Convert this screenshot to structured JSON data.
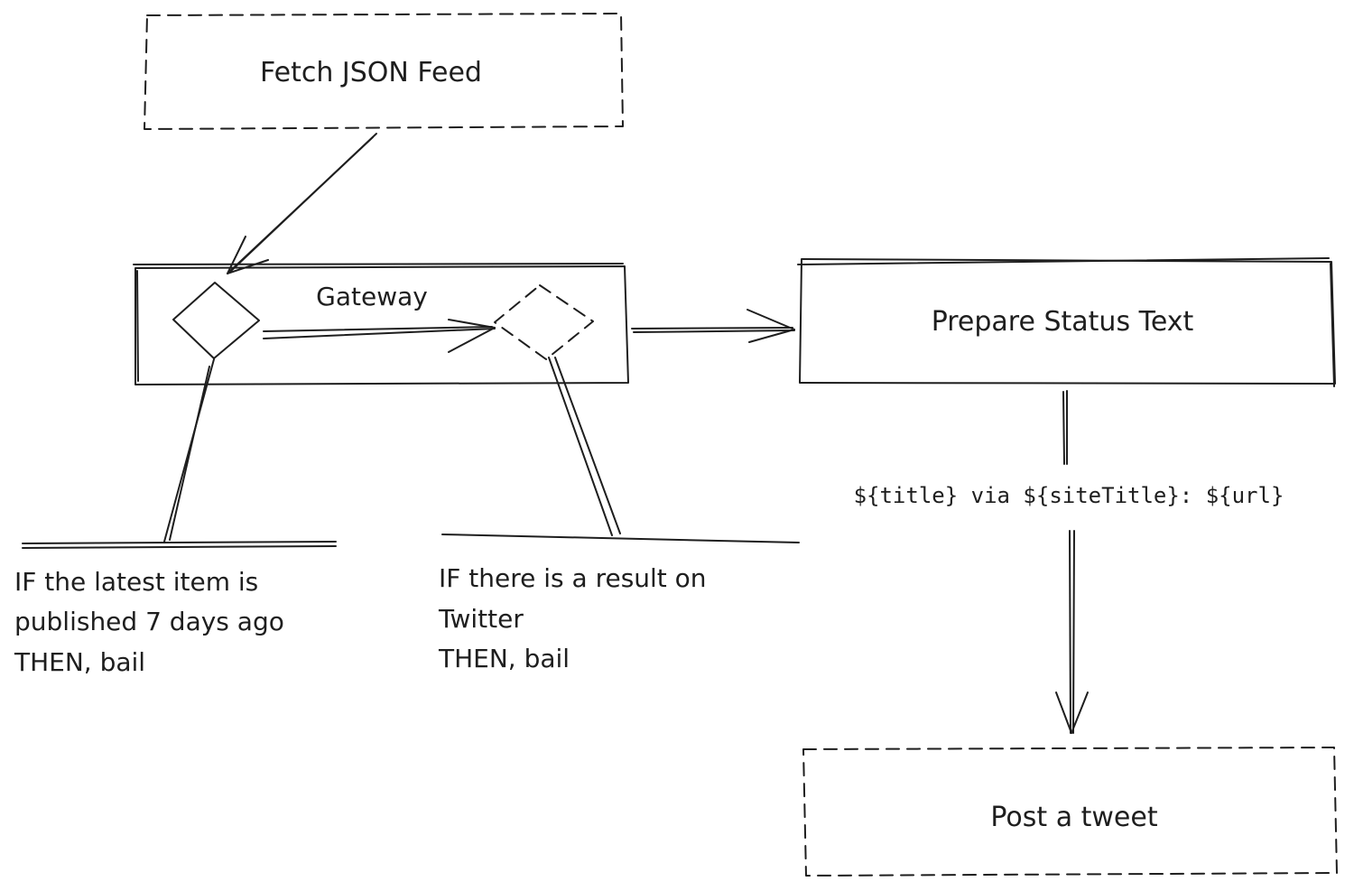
{
  "nodes": {
    "fetch": "Fetch JSON Feed",
    "gateway": "Gateway",
    "prepare": "Prepare Status Text",
    "post": "Post a tweet"
  },
  "conditions": {
    "first": [
      "IF the latest item is",
      "published 7 days ago",
      "THEN, bail"
    ],
    "second": [
      "IF there is a result on",
      "Twitter",
      "THEN, bail"
    ]
  },
  "template_text": "${title} via ${siteTitle}: ${url}"
}
